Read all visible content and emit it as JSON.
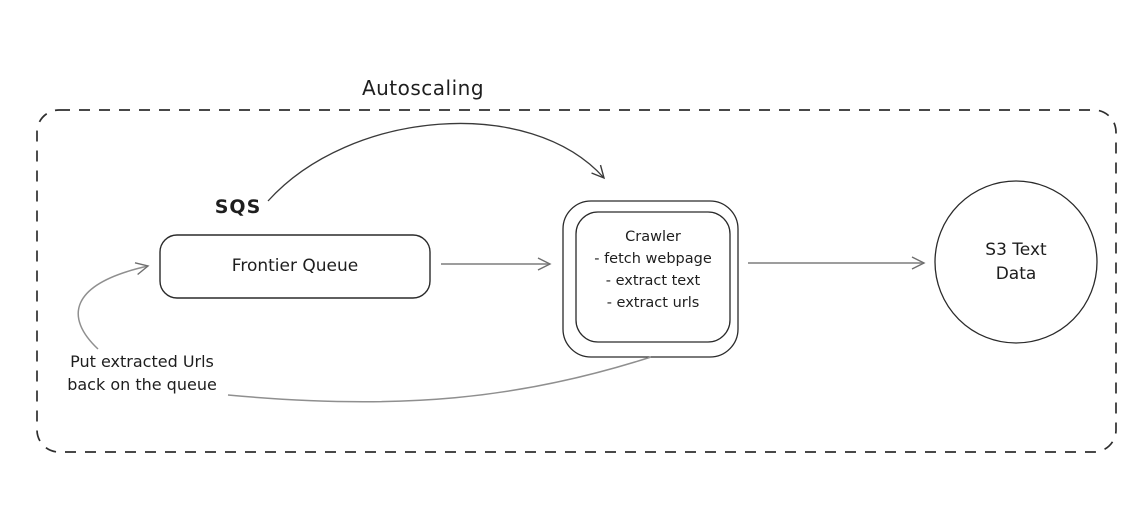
{
  "diagram": {
    "title": "Autoscaling",
    "sqs_label": "SQS",
    "frontier_queue": {
      "label": "Frontier Queue"
    },
    "crawler": {
      "lines": [
        "Crawler",
        "- fetch webpage",
        "- extract text",
        "- extract urls"
      ]
    },
    "s3": {
      "lines": [
        "S3 Text",
        "Data"
      ]
    },
    "note": {
      "lines": [
        "Put extracted Urls",
        "back on the queue"
      ]
    },
    "colors": {
      "background": "#ffffff",
      "shape_stroke": "#2a2a2a",
      "boundary_stroke": "#2e2e2e",
      "connector_gray": "#8f8f8f",
      "arrow_dark": "#3a3a3a",
      "text": "#1e1e1e"
    }
  }
}
